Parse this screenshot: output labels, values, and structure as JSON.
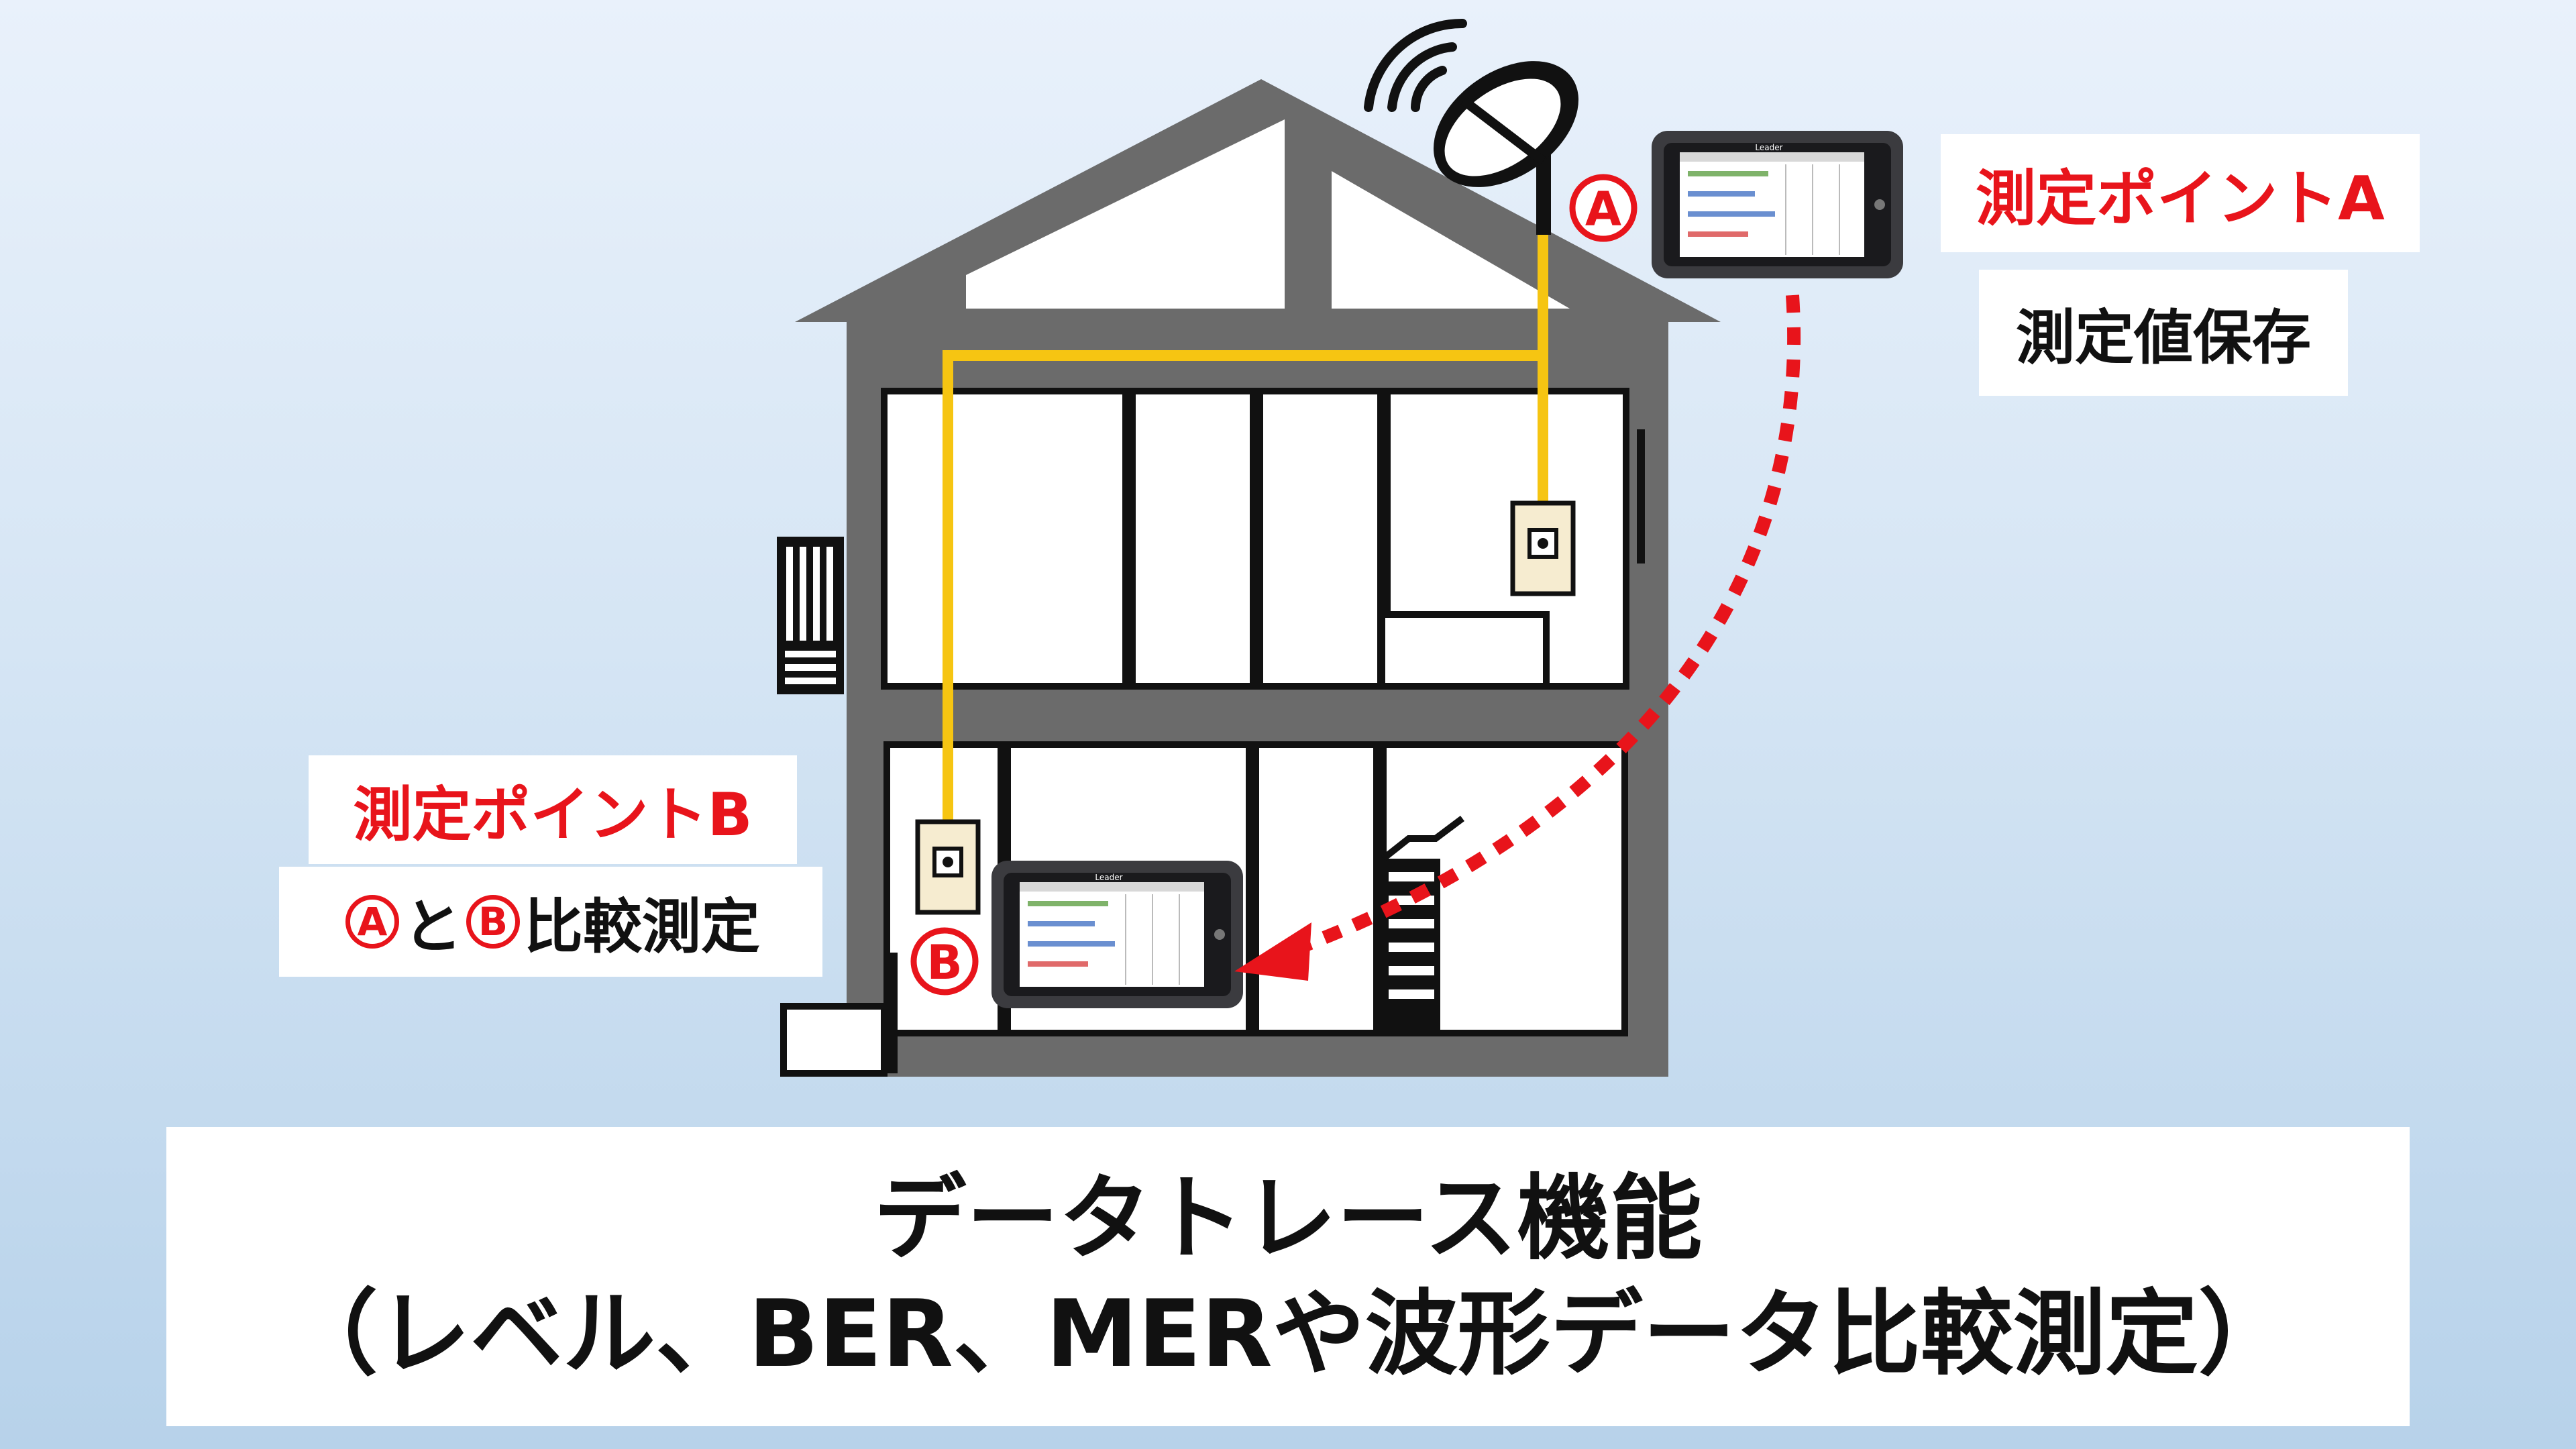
{
  "point_a": {
    "title": "測定ポイントA",
    "subtitle": "測定値保存",
    "marker": "A"
  },
  "point_b": {
    "title": "測定ポイントB",
    "marker": "B",
    "compare_mid": "と",
    "compare_tail": "比較測定"
  },
  "title": {
    "line1": "データトレース機能",
    "line2": "（レベル、BER、MERや波形データ比較測定）"
  },
  "device": {
    "brand": "Leader"
  },
  "icons": [
    "house-icon",
    "satellite-dish-icon",
    "signal-waves-icon",
    "tv-outlet-icon",
    "measurement-device-icon"
  ],
  "colors": {
    "accent_red": "#e8141b",
    "cable_yellow": "#f6c512",
    "house_gray": "#6b6b6b"
  }
}
